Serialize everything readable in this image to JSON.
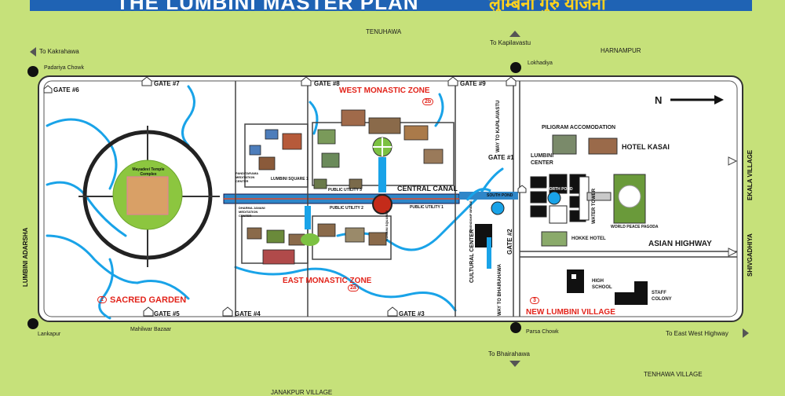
{
  "banner": {
    "title": "THE LUMBINI MASTER PLAN",
    "subtitle": "लुम्बिनी गुरु योजना"
  },
  "places": {
    "tenuhawa": "TENUHAWA",
    "to_kapilavastu": "To Kapilavastu",
    "harnampur": "HARNAMPUR",
    "to_kakrahawa": "To Kakrahawa",
    "padariya_chowk": "Padariya Chowk",
    "lokhadiya": "Lokhadiya",
    "ekala_village": "EKALA VILLAGE",
    "shivgadhiya": "SHIVGADHIYA",
    "lumbini_adarsha": "LUMBINI ADARSHA",
    "lankapur": "Lankapur",
    "mahilwar_bazaar": "Mahilwar Bazaar",
    "parsa_chowk": "Parsa Chowk",
    "to_east_west_highway": "To East West Highway",
    "to_bhairahawa": "To Bhairahawa",
    "tenhawa_village": "TENHAWA VILLAGE",
    "bottom_cut": "JANAKPUR VILLAGE"
  },
  "gates": {
    "g1": "GATE #1",
    "g2": "GATE #2",
    "g3": "GATE #3",
    "g4": "GATE #4",
    "g5": "GATE #5",
    "g6": "GATE #6",
    "g7": "GATE #7",
    "g8": "GATE #8",
    "g9": "GATE #9"
  },
  "zones": {
    "west_monastic": "WEST MONASTIC ZONE",
    "west_code": "2b",
    "east_monastic": "EAST MONASTIC ZONE",
    "east_code": "2a",
    "sacred_garden": "SACRED GARDEN",
    "sacred_code": "1",
    "new_lumbini": "NEW LUMBINI VILLAGE",
    "new_code": "3"
  },
  "features": {
    "central_canal": "CENTRAL CANAL",
    "asian_highway": "ASIAN HIGHWAY",
    "pilgram": "PILIGRAM ACCOMODATION",
    "hotel_kasai": "HOTEL KASAI",
    "lumbini_center": "LUMBINI CENTER",
    "water_tower": "WATER TOWER",
    "world_peace_pagoda": "WORLD PEACE PAGODA",
    "hokke_hotel": "HOKKE HOTEL",
    "high_school": "HIGH SCHOOL",
    "staff_colony": "STAFF COLONY",
    "cultural_center": "CULTURAL CENTER",
    "way_to_kapilavastu": "WAY TO KAPILAVASTU",
    "way_to_bhairahawa": "WAY TO BHAIRAHAWA",
    "mayadevi": "Mayadevi Temple Complex",
    "public_utility_1": "PUBLIC UTILITY 1",
    "public_utility_2": "PUBLIC UTILITY 2",
    "public_utility_3": "PUBLIC UTILITY 3",
    "lumbini_square_1": "LUMBINI SQUARE 1",
    "lumbini_square_2": "LUMBINI SQUARE 2",
    "panditarama": "PANDITARAMA MEDITATION CENTER",
    "dharma_janani": "DHARMA JANANI MEDITATION CENTER",
    "friendship_bridge": "FRIENDSHIP BRIDGE",
    "south_pond": "SOUTH POND",
    "north_pond": "NORTH POND",
    "north": "N"
  },
  "colors": {
    "background": "#c6e17a",
    "banner": "#1f63b4",
    "water": "#19a3e8",
    "zone_text": "#e2231a",
    "canal": "#2f86c8"
  },
  "icons": [
    "home-icon",
    "arrow-left-icon",
    "arrow-up-icon",
    "arrow-down-icon",
    "arrow-right-icon",
    "north-arrow-icon"
  ]
}
